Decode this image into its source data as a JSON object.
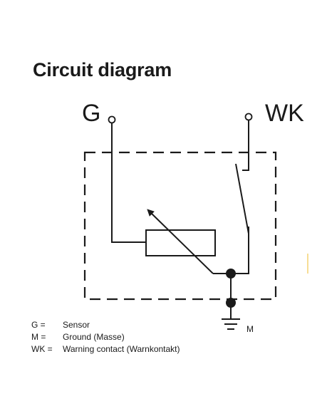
{
  "title": "Circuit diagram",
  "terminals": {
    "g_label": "G",
    "wk_label": "WK",
    "m_label": "M"
  },
  "legend": [
    {
      "key": "G =",
      "value": "Sensor"
    },
    {
      "key": "M =",
      "value": "Ground (Masse)"
    },
    {
      "key": "WK =",
      "value": "Warning contact (Warnkontakt)"
    }
  ],
  "colors": {
    "line": "#1a1a1a",
    "background": "#ffffff"
  }
}
